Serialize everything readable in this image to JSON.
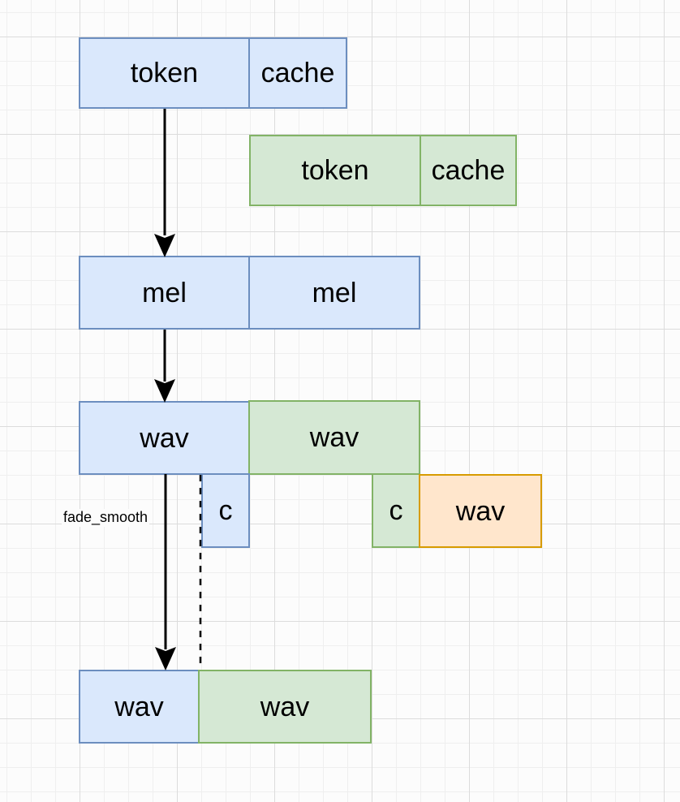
{
  "colors": {
    "blue_fill": "#dae8fc",
    "blue_stroke": "#6c8ebf",
    "green_fill": "#d5e8d4",
    "green_stroke": "#82b366",
    "orange_fill": "#ffe6cc",
    "orange_stroke": "#d79b00",
    "edge_color": "#000000",
    "canvas_background": "#fcfcfc"
  },
  "nodes": {
    "token_blue": {
      "label": "token",
      "color": "blue"
    },
    "cache_blue": {
      "label": "cache",
      "color": "blue"
    },
    "token_green": {
      "label": "token",
      "color": "green"
    },
    "cache_green": {
      "label": "cache",
      "color": "green"
    },
    "mel_left": {
      "label": "mel",
      "color": "blue"
    },
    "mel_right": {
      "label": "mel",
      "color": "blue"
    },
    "wav_blue_mid": {
      "label": "wav",
      "color": "blue"
    },
    "wav_green_mid": {
      "label": "wav",
      "color": "green"
    },
    "c_blue": {
      "label": "c",
      "color": "blue"
    },
    "c_green": {
      "label": "c",
      "color": "green"
    },
    "wav_orange": {
      "label": "wav",
      "color": "orange"
    },
    "wav_blue_bottom": {
      "label": "wav",
      "color": "blue"
    },
    "wav_green_bottom": {
      "label": "wav",
      "color": "green"
    }
  },
  "edges": {
    "token_to_mel": {
      "type": "solid-arrow",
      "label": ""
    },
    "mel_to_wav": {
      "type": "solid-arrow",
      "label": ""
    },
    "wav_to_wav": {
      "type": "solid-arrow",
      "label": "fade_smooth"
    },
    "cut_guide": {
      "type": "dashed-line",
      "label": ""
    }
  }
}
